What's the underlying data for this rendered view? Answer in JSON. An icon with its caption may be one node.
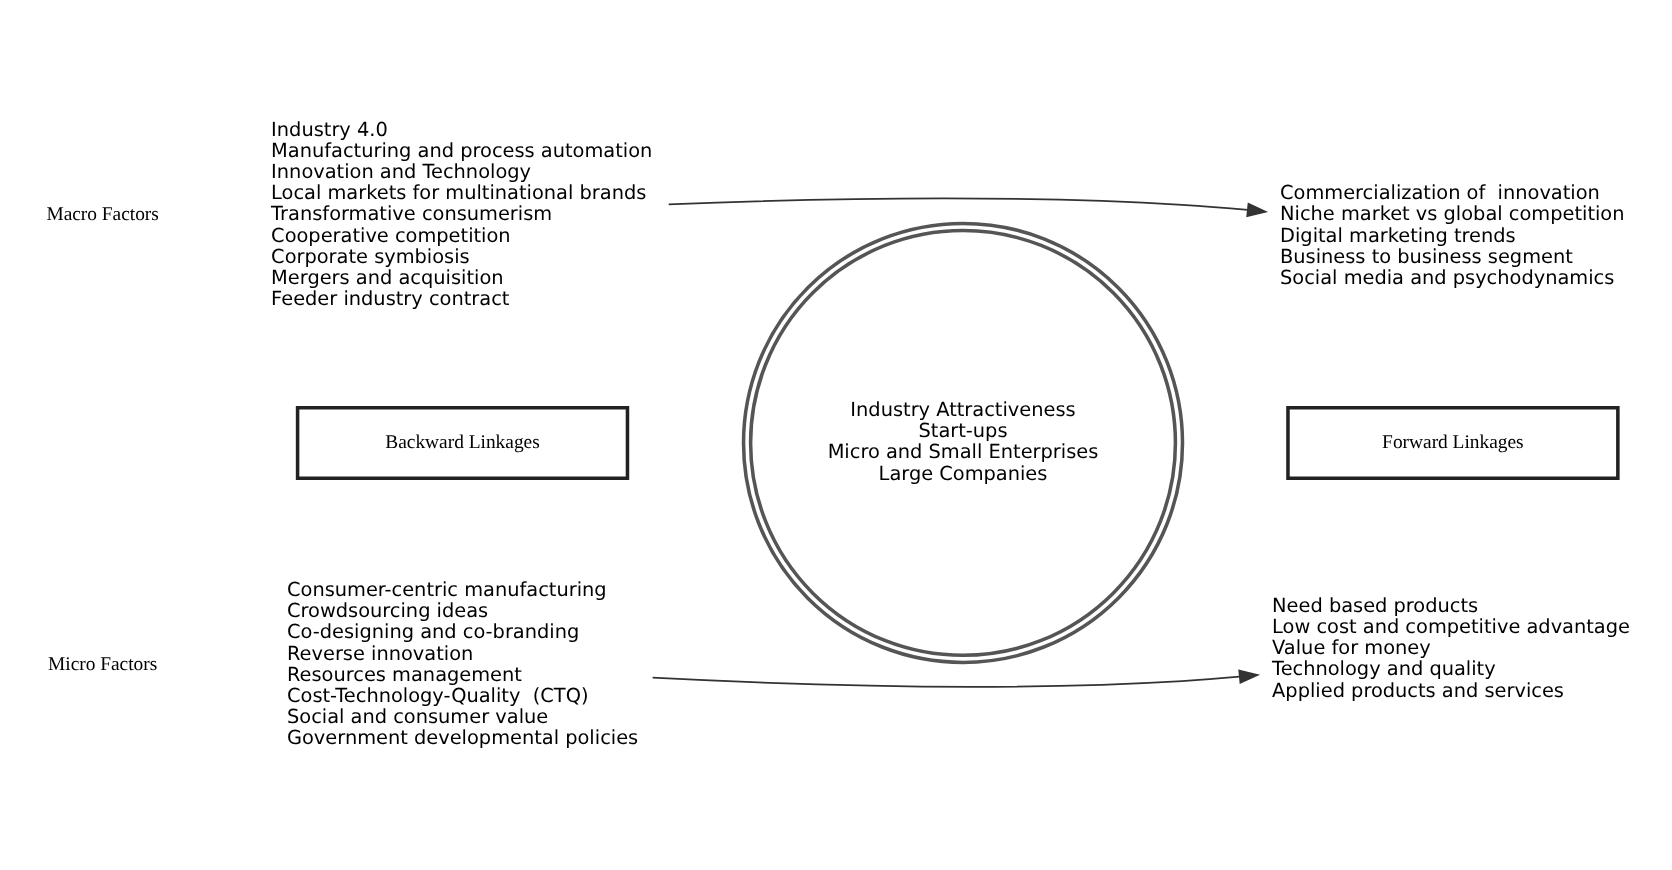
{
  "diagram": {
    "nodes": [
      {
        "text": [
          "Industry 4.0",
          "Manufacturing and process automation",
          "Innovation and Technology",
          "Local markets for multinational brands",
          "Transformative consumerism",
          "Cooperative competition",
          "Corporate symbiosis",
          "Mergers and acquisition",
          "Feeder industry contract"
        ]
      },
      {
        "text": [
          "Commercialization of  innovation",
          "Niche market vs global competition",
          "Digital marketing trends",
          "Business to business segment",
          "Social media and psychodynamics"
        ]
      },
      {
        "text": [
          "Backward Linkages"
        ]
      },
      {
        "text": [
          "Industry Attractiveness",
          "Start-ups",
          "Micro and Small Enterprises",
          "Large Companies"
        ]
      },
      {
        "text": [
          "Forward Linkages"
        ]
      },
      {
        "text": [
          "Consumer-centric manufacturing",
          "Crowdsourcing ideas",
          "Co-designing and co-branding",
          "Reverse innovation",
          "Resources management",
          "Cost-Technology-Quality  (CTQ)",
          "Social and consumer value",
          "Government developmental policies"
        ]
      },
      {
        "text": [
          "Need based products",
          "Low cost and competitive advantage",
          "Value for money",
          "Technology and quality",
          "Applied products and services"
        ]
      }
    ],
    "edges": [
      {
        "from": 0,
        "to": 1,
        "arrow": "to"
      },
      {
        "from": 5,
        "to": 6,
        "arrow": "to"
      }
    ],
    "labels": [
      "Macro Factors",
      "Micro Factors"
    ]
  }
}
